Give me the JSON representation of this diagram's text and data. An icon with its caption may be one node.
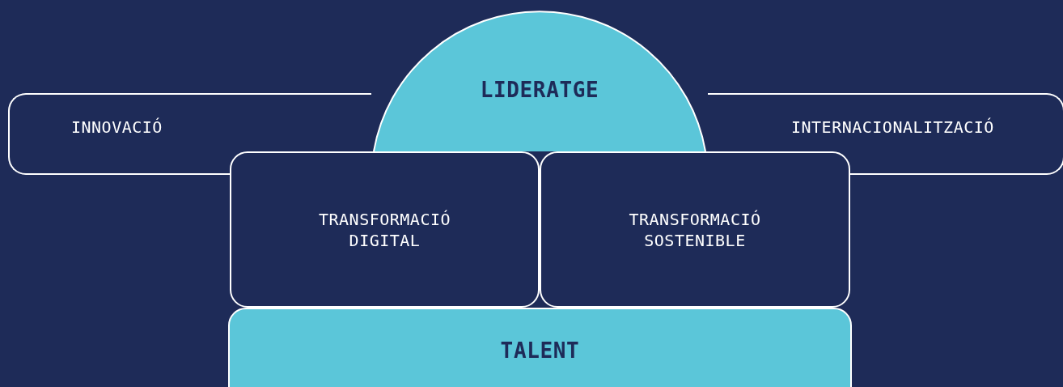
{
  "diagram": {
    "nodes": [
      {
        "text": [
          "LIDERATGE"
        ]
      },
      {
        "text": [
          "INNOVACIÓ"
        ]
      },
      {
        "text": [
          "INTERNACIONALITZACIÓ"
        ]
      },
      {
        "text": [
          "TRANSFORMACIÓ DIGITAL"
        ]
      },
      {
        "text": [
          "TRANSFORMACIÓ SOSTENIBLE"
        ]
      },
      {
        "text": [
          "TALENT"
        ]
      }
    ]
  }
}
